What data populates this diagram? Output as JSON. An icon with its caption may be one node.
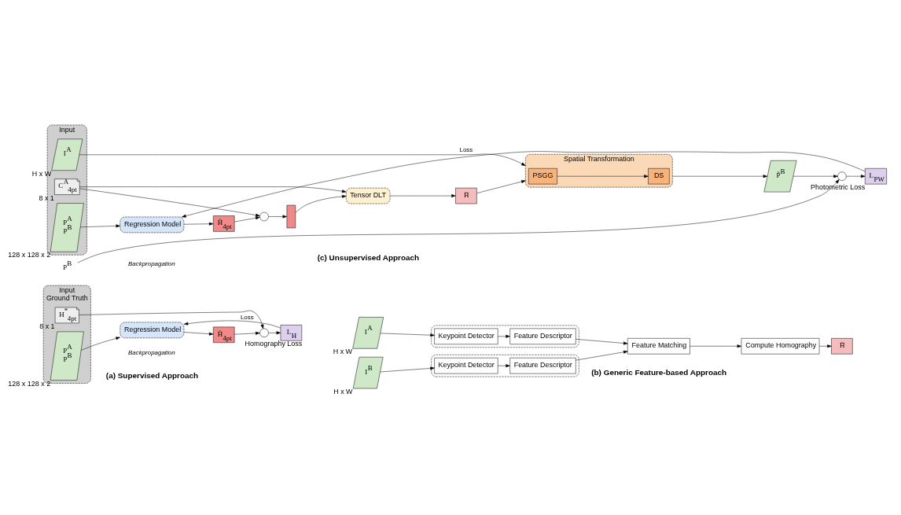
{
  "diagram": {
    "nodes": [
      {
        "text": [
          "Input",
          "Ground Truth"
        ]
      },
      {
        "text": [
          "P$^{A}$",
          "P$^{B}$"
        ],
        "in": 0,
        "beside": [
          "128 x 128 x 2"
        ]
      },
      {
        "text": [
          "H$^{*}$$_{4pt}$"
        ],
        "in": 0,
        "beside": [
          "8 x 1"
        ]
      },
      {
        "text": [
          "Regression Model"
        ]
      },
      {
        "text": [
          "H̃$_{4pt}$"
        ]
      },
      {
        "text": [],
        "shape": "circle"
      },
      {
        "text": [
          "L$_{H}$"
        ],
        "beside": [
          "Homography Loss"
        ]
      },
      {
        "text": [
          "I$^{A}$"
        ],
        "beside": [
          "H x W"
        ]
      },
      {
        "text": [],
        "shape": "box"
      },
      {
        "text": [
          "Keypoint Detector"
        ],
        "in": 8
      },
      {
        "text": [
          "Feature Descriptor"
        ],
        "in": 8
      },
      {
        "text": [
          "I$^{B}$"
        ],
        "beside": [
          "H x W"
        ]
      },
      {
        "text": [],
        "shape": "box"
      },
      {
        "text": [
          "Keypoint Detector"
        ],
        "in": 12
      },
      {
        "text": [
          "Feature Descriptor"
        ],
        "in": 12
      },
      {
        "text": [
          "Feature Matching"
        ]
      },
      {
        "text": [
          "Compute Homography"
        ]
      },
      {
        "text": [
          "H̃"
        ]
      },
      {
        "text": [
          "Input"
        ]
      },
      {
        "text": [
          "P$^{A}$",
          "P$^{B}$"
        ],
        "in": 18,
        "beside": [
          "128 x 128 x 2"
        ]
      },
      {
        "text": [
          "C$^{A}$$_{4pt}$"
        ],
        "in": 18,
        "beside": [
          "8 x 1"
        ]
      },
      {
        "text": [
          "I$^{A}$"
        ],
        "in": 18,
        "beside": [
          "H x W"
        ]
      },
      {
        "text": [
          "Regression Model"
        ]
      },
      {
        "text": [
          "H̃$_{4pt}$"
        ]
      },
      {
        "text": [],
        "shape": "circle"
      },
      {
        "text": [],
        "shape": "bar"
      },
      {
        "text": [
          "Tensor DLT"
        ]
      },
      {
        "text": [
          "H̃"
        ]
      },
      {
        "text": [
          "Spatial Transformation"
        ]
      },
      {
        "text": [
          "PSGG"
        ],
        "in": 28
      },
      {
        "text": [
          "DS"
        ],
        "in": 28
      },
      {
        "text": [
          "P̃$^{B}$"
        ]
      },
      {
        "text": [],
        "shape": "circle"
      },
      {
        "text": [
          "L$_{PW}$"
        ],
        "beside": [
          "Photometric Loss"
        ]
      },
      {
        "text": [
          "P$^{B}$"
        ]
      }
    ],
    "edges": [
      {
        "from": 1,
        "to": 3,
        "arrow": "to"
      },
      {
        "from": 3,
        "to": 4,
        "arrow": "to"
      },
      {
        "from": 4,
        "to": 5,
        "arrow": "to"
      },
      {
        "from": 2,
        "to": 5,
        "arrow": "to"
      },
      {
        "from": 5,
        "to": 6,
        "arrow": "to"
      },
      {
        "from": 6,
        "to": 3,
        "arrow": "to",
        "label": "Loss"
      },
      {
        "from": 7,
        "to": 9,
        "arrow": "to"
      },
      {
        "from": 9,
        "to": 10,
        "arrow": "to"
      },
      {
        "from": 10,
        "to": 15,
        "arrow": "to"
      },
      {
        "from": 11,
        "to": 13,
        "arrow": "to"
      },
      {
        "from": 13,
        "to": 14,
        "arrow": "to"
      },
      {
        "from": 14,
        "to": 15,
        "arrow": "to"
      },
      {
        "from": 15,
        "to": 16,
        "arrow": "to"
      },
      {
        "from": 16,
        "to": 17,
        "arrow": "to"
      },
      {
        "from": 19,
        "to": 22,
        "arrow": "to"
      },
      {
        "from": 22,
        "to": 23,
        "arrow": "to"
      },
      {
        "from": 23,
        "to": 24,
        "arrow": "to"
      },
      {
        "from": 20,
        "to": 24,
        "arrow": "to"
      },
      {
        "from": 20,
        "to": 26,
        "arrow": "to"
      },
      {
        "from": 24,
        "to": 25,
        "arrow": "to"
      },
      {
        "from": 25,
        "to": 26,
        "arrow": "to"
      },
      {
        "from": 26,
        "to": 27,
        "arrow": "to"
      },
      {
        "from": 27,
        "to": 28,
        "arrow": "to"
      },
      {
        "from": 29,
        "to": 30,
        "arrow": "to"
      },
      {
        "from": 21,
        "to": 28,
        "arrow": "to"
      },
      {
        "from": 28,
        "to": 31,
        "arrow": "to"
      },
      {
        "from": 31,
        "to": 32,
        "arrow": "to"
      },
      {
        "from": 34,
        "to": 32,
        "arrow": "to"
      },
      {
        "from": 32,
        "to": 33,
        "arrow": "to"
      },
      {
        "from": 33,
        "to": 22,
        "arrow": "to",
        "label": "Loss"
      }
    ],
    "labels": [
      "Backpropagation",
      "(a) Supervised Approach",
      "(b) Generic Feature-based Approach",
      "Backpropagation",
      "(c) Unsupervised Approach"
    ]
  }
}
